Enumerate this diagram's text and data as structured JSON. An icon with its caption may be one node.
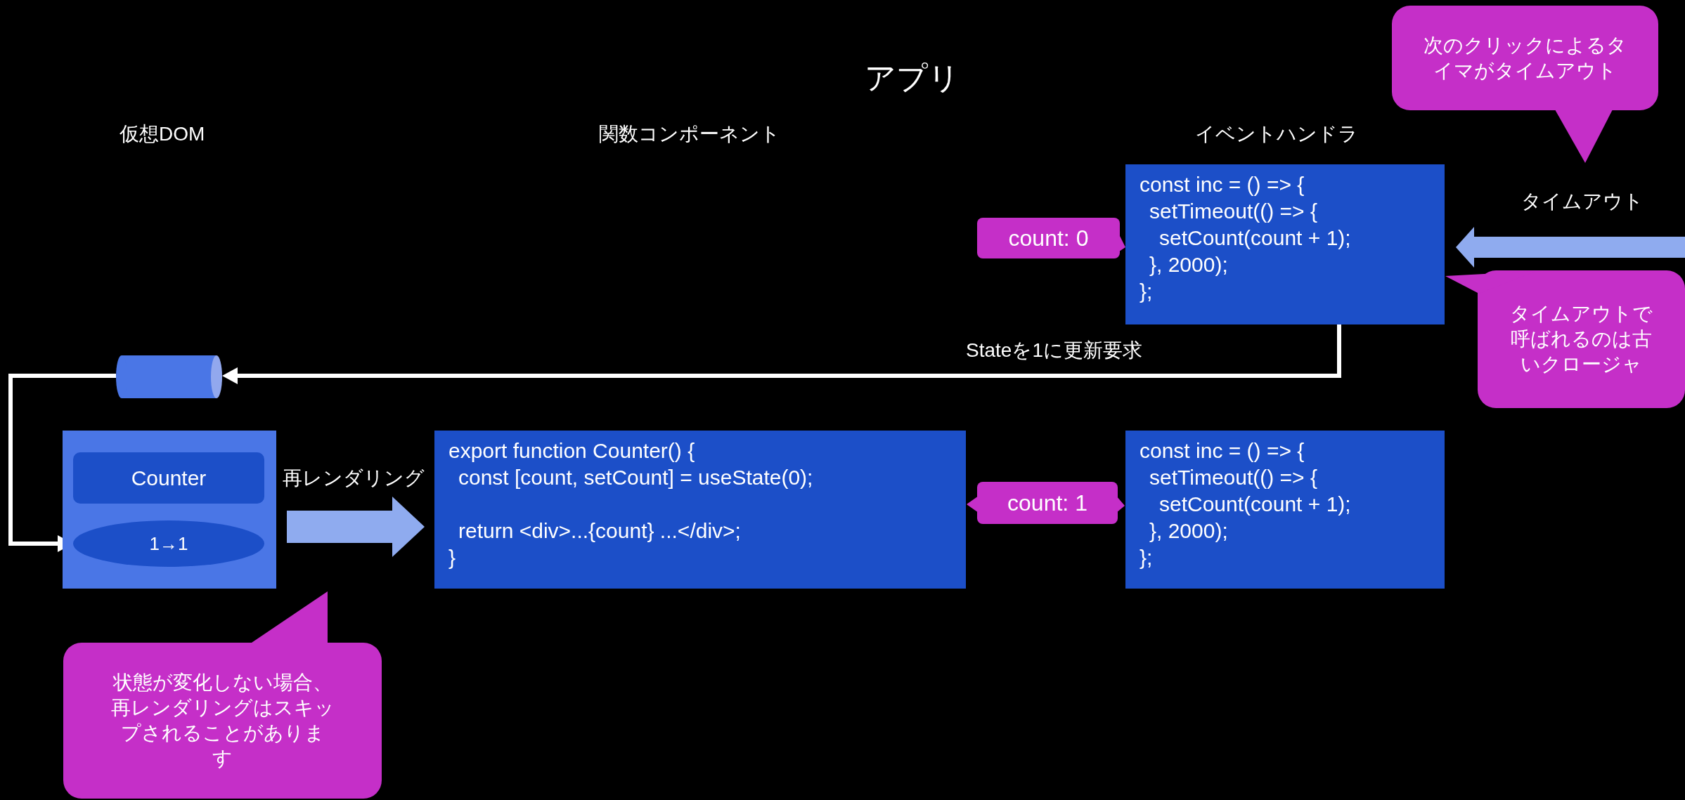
{
  "diagram": {
    "nodes": [
      {
        "text": [
          "次のクリックによるタイマがタイムアウト"
        ]
      },
      {
        "text": [
          "count: 0"
        ]
      },
      {
        "text": [
          "const inc = () => {",
          "setTimeout(() => {",
          "setCount(count + 1);",
          "}, 2000);",
          "};"
        ]
      },
      {
        "text": [
          "タイムアウトで呼ばれるのは古いクロージャ"
        ]
      },
      {
        "text": [],
        "shape": "cylinder"
      },
      {
        "text": [],
        "shape": "box"
      },
      {
        "text": [
          "Counter"
        ],
        "in": 5
      },
      {
        "text": [
          "1→1"
        ],
        "in": 5
      },
      {
        "text": [
          "export function Counter() {",
          "const [count, setCount] = useState(0);",
          "return <div>...{count} ...</div>;",
          "}"
        ]
      },
      {
        "text": [
          "count: 1"
        ]
      },
      {
        "text": [
          "const inc = () => {",
          "setTimeout(() => {",
          "setCount(count + 1);",
          "}, 2000);",
          "};"
        ]
      },
      {
        "text": [
          "状態が変化しない場合、再レンダリングはスキップされることがあります"
        ]
      }
    ],
    "edges": [
      {
        "from": null,
        "to": 2,
        "arrow": "to",
        "label": "タイムアウト",
        "style": "thick",
        "color": "#8fabef"
      },
      {
        "from": 2,
        "to": 4,
        "arrow": "to",
        "label": "Stateを1に更新要求",
        "color": "#ffffff"
      },
      {
        "from": 4,
        "to": 7,
        "arrow": "to",
        "color": "#ffffff"
      },
      {
        "from": 5,
        "to": 8,
        "arrow": "to",
        "label": "再レンダリング",
        "style": "thick",
        "color": "#8fabef"
      }
    ],
    "labels": [
      "アプリ",
      "仮想DOM",
      "関数コンポーネント",
      "イベントハンドラ"
    ]
  }
}
